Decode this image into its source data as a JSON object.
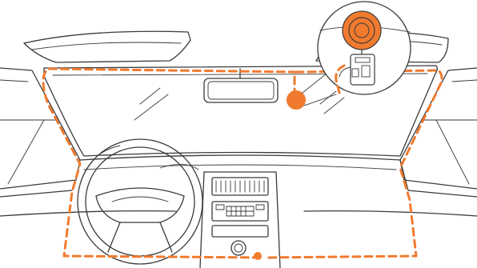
{
  "colors": {
    "accent": "#f07a2e",
    "line": "#3a3a3a",
    "background": "#ffffff"
  },
  "icons": {
    "mount_point": "orange-dot",
    "camera_detail": "dash-camera-magnified-circle",
    "cable_route": "dashed-orange-path"
  }
}
